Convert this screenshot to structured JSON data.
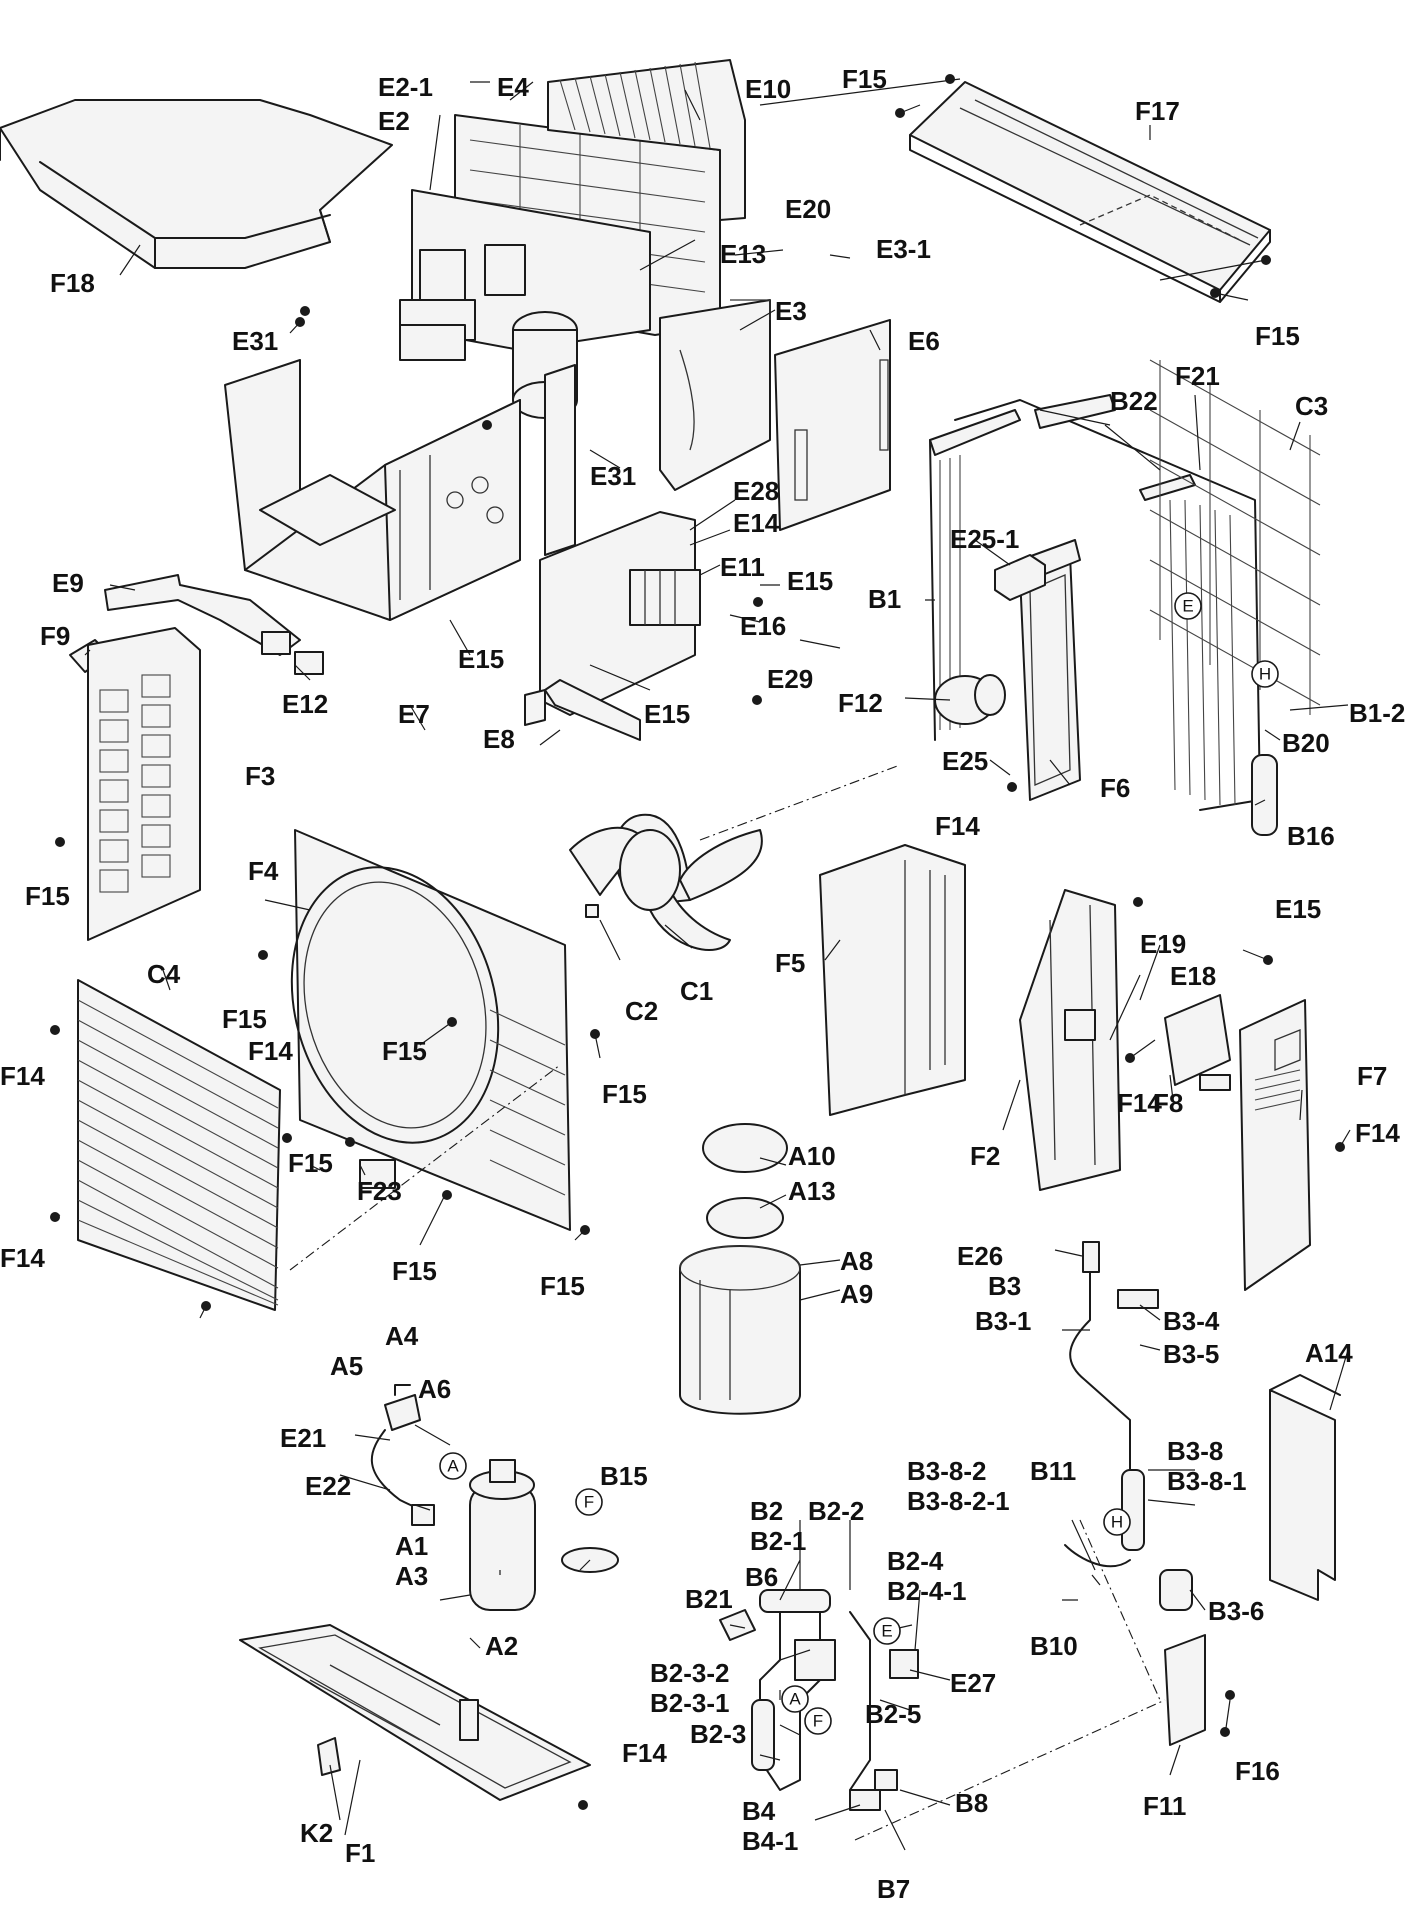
{
  "labels": [
    "E2-1",
    "E4",
    "E10",
    "F15",
    "F17",
    "E2",
    "E13",
    "E20",
    "E3-1",
    "F18",
    "F15",
    "E31",
    "E3",
    "E6",
    "B22",
    "F21",
    "C3",
    "E31",
    "E28",
    "E14",
    "E25-1",
    "B1",
    "E9",
    "E11",
    "E15",
    "E16",
    "F9",
    "E12",
    "E15",
    "E7",
    "E29",
    "E8",
    "E15",
    "F12",
    "B1-2",
    "B20",
    "E25",
    "F6",
    "F3",
    "F14",
    "B16",
    "F15",
    "F4",
    "C1",
    "C2",
    "F5",
    "E15",
    "E19",
    "E18",
    "C4",
    "F15",
    "F14",
    "F15",
    "F14",
    "F7",
    "F15",
    "F8",
    "F2",
    "F14",
    "A10",
    "F15",
    "F23",
    "A13",
    "F14",
    "F15",
    "F15",
    "E26",
    "A8",
    "A9",
    "F14",
    "B3",
    "B3-1",
    "B3-4",
    "B3-5",
    "A4",
    "A5",
    "A6",
    "A14",
    "E21",
    "B15",
    "B3-8",
    "B3-8-1",
    "B3-8-2",
    "B3-8-2-1",
    "B11",
    "E22",
    "A1",
    "B2",
    "B2-1",
    "B2-2",
    "A3",
    "B6",
    "B2-4",
    "B21",
    "B2-4-1",
    "B3-6",
    "B10",
    "A2",
    "B2-3-2",
    "E27",
    "B2-3-1",
    "B2-5",
    "B2-3",
    "F14",
    "B8",
    "F11",
    "F16",
    "B4",
    "B4-1",
    "K2",
    "F1",
    "B7"
  ],
  "reference_marks": [
    "A",
    "E",
    "H",
    "H",
    "F",
    "E",
    "A",
    "F"
  ]
}
